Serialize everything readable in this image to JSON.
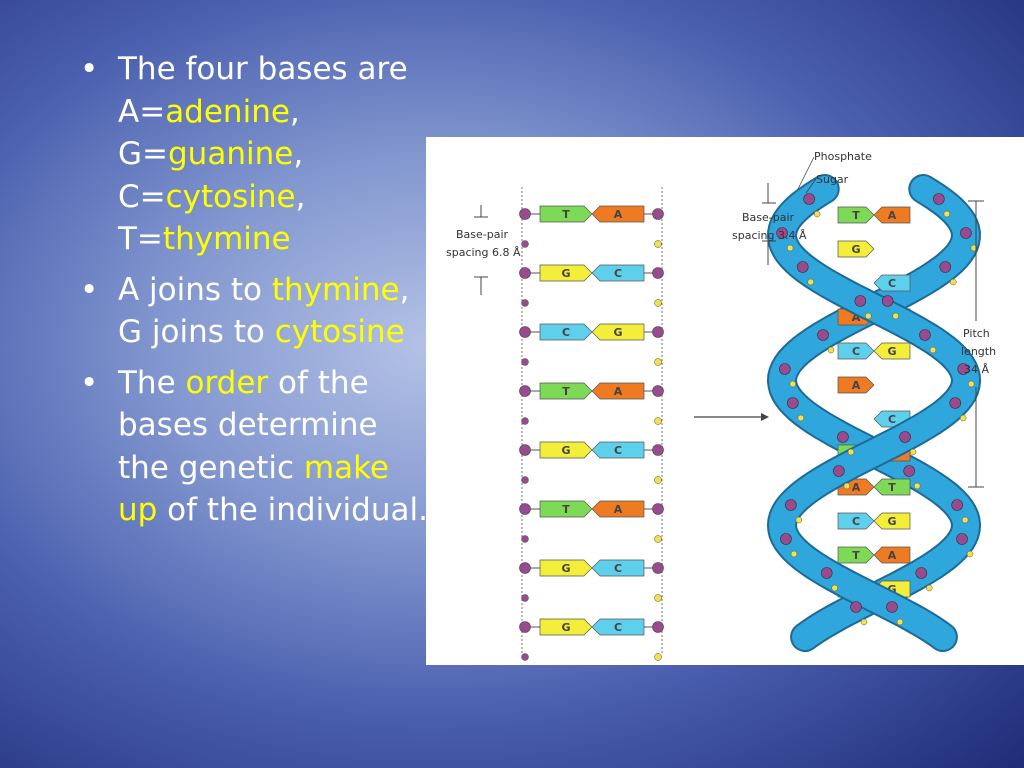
{
  "bullets": [
    {
      "runs": [
        {
          "t": "The four bases are ",
          "hl": false
        },
        {
          "t": "A=",
          "hl": false
        },
        {
          "t": "adenine",
          "hl": true
        },
        {
          "t": ",",
          "hl": false
        },
        {
          "t": "G=",
          "hl": false
        },
        {
          "t": "guanine",
          "hl": true
        },
        {
          "t": ",",
          "hl": false
        },
        {
          "t": "C=",
          "hl": false
        },
        {
          "t": "cytosine",
          "hl": true
        },
        {
          "t": ",",
          "hl": false
        },
        {
          "t": "T=",
          "hl": false
        },
        {
          "t": "thymine",
          "hl": true
        }
      ],
      "breaks_after": [
        0,
        3,
        6,
        9
      ]
    },
    {
      "runs": [
        {
          "t": "A joins to ",
          "hl": false
        },
        {
          "t": "thymine",
          "hl": true
        },
        {
          "t": ",",
          "hl": false
        },
        {
          "t": "G joins to ",
          "hl": false
        },
        {
          "t": "cytosine",
          "hl": true
        }
      ],
      "breaks_after": [
        2
      ]
    },
    {
      "runs": [
        {
          "t": "The ",
          "hl": false
        },
        {
          "t": "order",
          "hl": true
        },
        {
          "t": " of the bases determine the genetic ",
          "hl": false
        },
        {
          "t": "make up",
          "hl": true
        },
        {
          "t": " of the individual.",
          "hl": false
        }
      ],
      "breaks_after": []
    }
  ],
  "figure": {
    "labels": {
      "phosphate": "Phosphate",
      "sugar": "Sugar",
      "left_spacing_1": "Base-pair",
      "left_spacing_2": "spacing 6.8 Å",
      "right_spacing_1": "Base-pair",
      "right_spacing_2": "spacing 3.4 Å",
      "pitch_1": "Pitch",
      "pitch_2": "length",
      "pitch_3": "34 Å"
    },
    "ladder_pairs": [
      [
        "T",
        "A"
      ],
      [
        "G",
        "C"
      ],
      [
        "C",
        "G"
      ],
      [
        "T",
        "A"
      ],
      [
        "G",
        "C"
      ],
      [
        "T",
        "A"
      ],
      [
        "G",
        "C"
      ],
      [
        "G",
        "C"
      ]
    ],
    "helix_pairs": [
      [
        "T",
        "A"
      ],
      [
        "G",
        ""
      ],
      [
        "",
        "C"
      ],
      [
        "A",
        "T"
      ],
      [
        "C",
        "G"
      ],
      [
        "A",
        ""
      ],
      [
        "",
        "C"
      ],
      [
        "T",
        "A"
      ],
      [
        "A",
        "T"
      ],
      [
        "C",
        "G"
      ],
      [
        "T",
        "A"
      ],
      [
        "C",
        "G"
      ]
    ],
    "base_colors": {
      "A": "#ee7a22",
      "T": "#7ed957",
      "G": "#f2ee3a",
      "C": "#5fd0ec"
    },
    "strand_color": "#2fa6dc",
    "phosphate_color": "#9a4a8e",
    "sugar_color": "#f5e04a"
  }
}
